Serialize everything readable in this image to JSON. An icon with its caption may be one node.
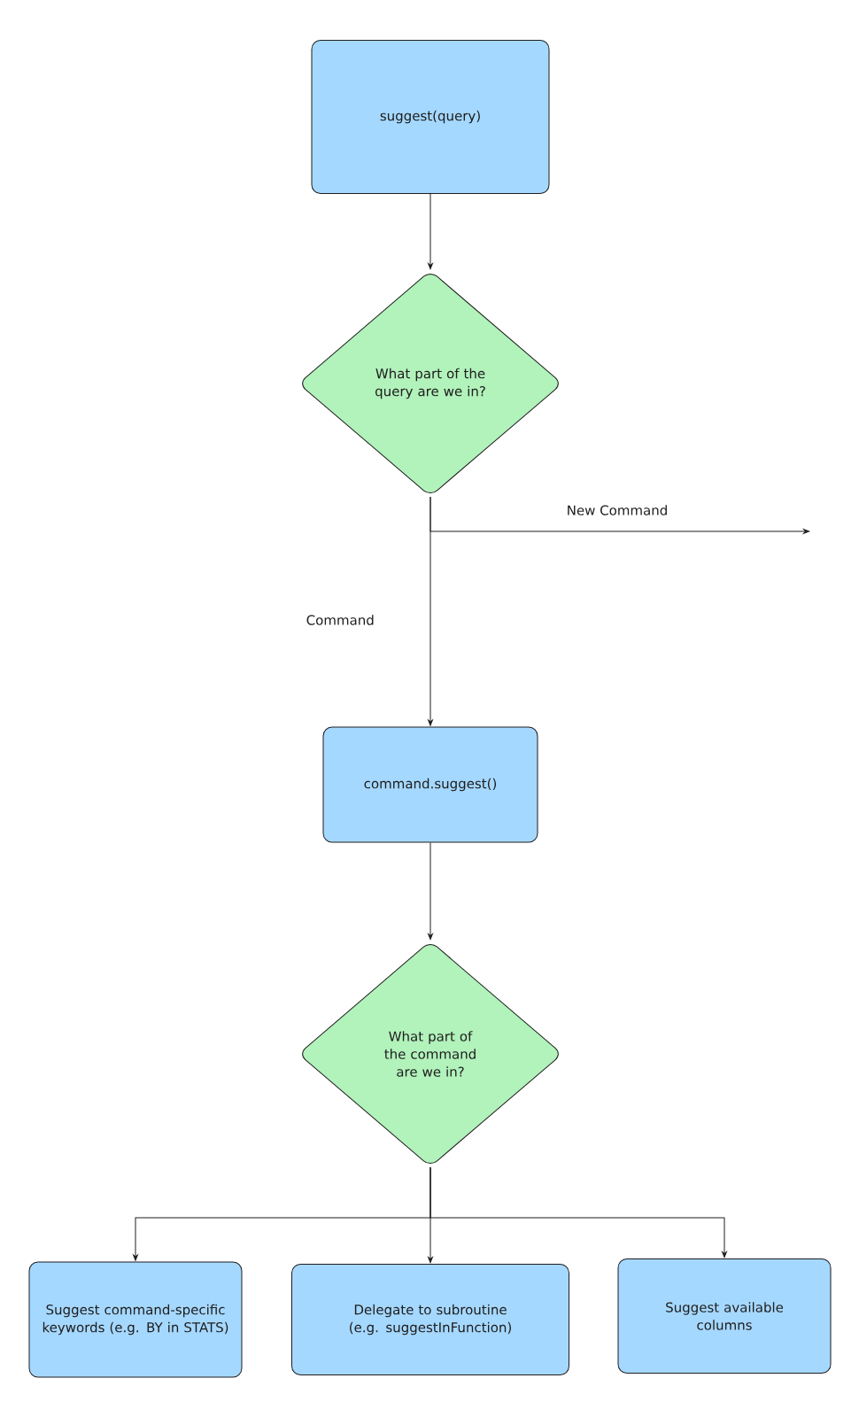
{
  "diagram": {
    "nodes": [
      {
        "text": [
          "suggest(query)"
        ]
      },
      {
        "text": [
          "What part of the query are we in?"
        ]
      },
      {
        "text": [
          "command.suggest()"
        ]
      },
      {
        "text": [
          "What part of the command are we in?"
        ]
      },
      {
        "text": [
          "Suggest command-specific keywords (e.g. BY in STATS)"
        ]
      },
      {
        "text": [
          "Delegate to subroutine (e.g. suggestInFunction)"
        ]
      },
      {
        "text": [
          "Suggest available columns"
        ]
      }
    ],
    "edges": [
      {
        "from": 0,
        "to": 1,
        "arrow": "to"
      },
      {
        "from": 1,
        "to": null,
        "arrow": "to",
        "label": "New Command"
      },
      {
        "from": 1,
        "to": 2,
        "arrow": "to",
        "label": "Command"
      },
      {
        "from": 2,
        "to": 3,
        "arrow": "to"
      },
      {
        "from": 3,
        "to": 4,
        "arrow": "to"
      },
      {
        "from": 3,
        "to": 5,
        "arrow": "to"
      },
      {
        "from": 3,
        "to": 6,
        "arrow": "to"
      }
    ]
  }
}
